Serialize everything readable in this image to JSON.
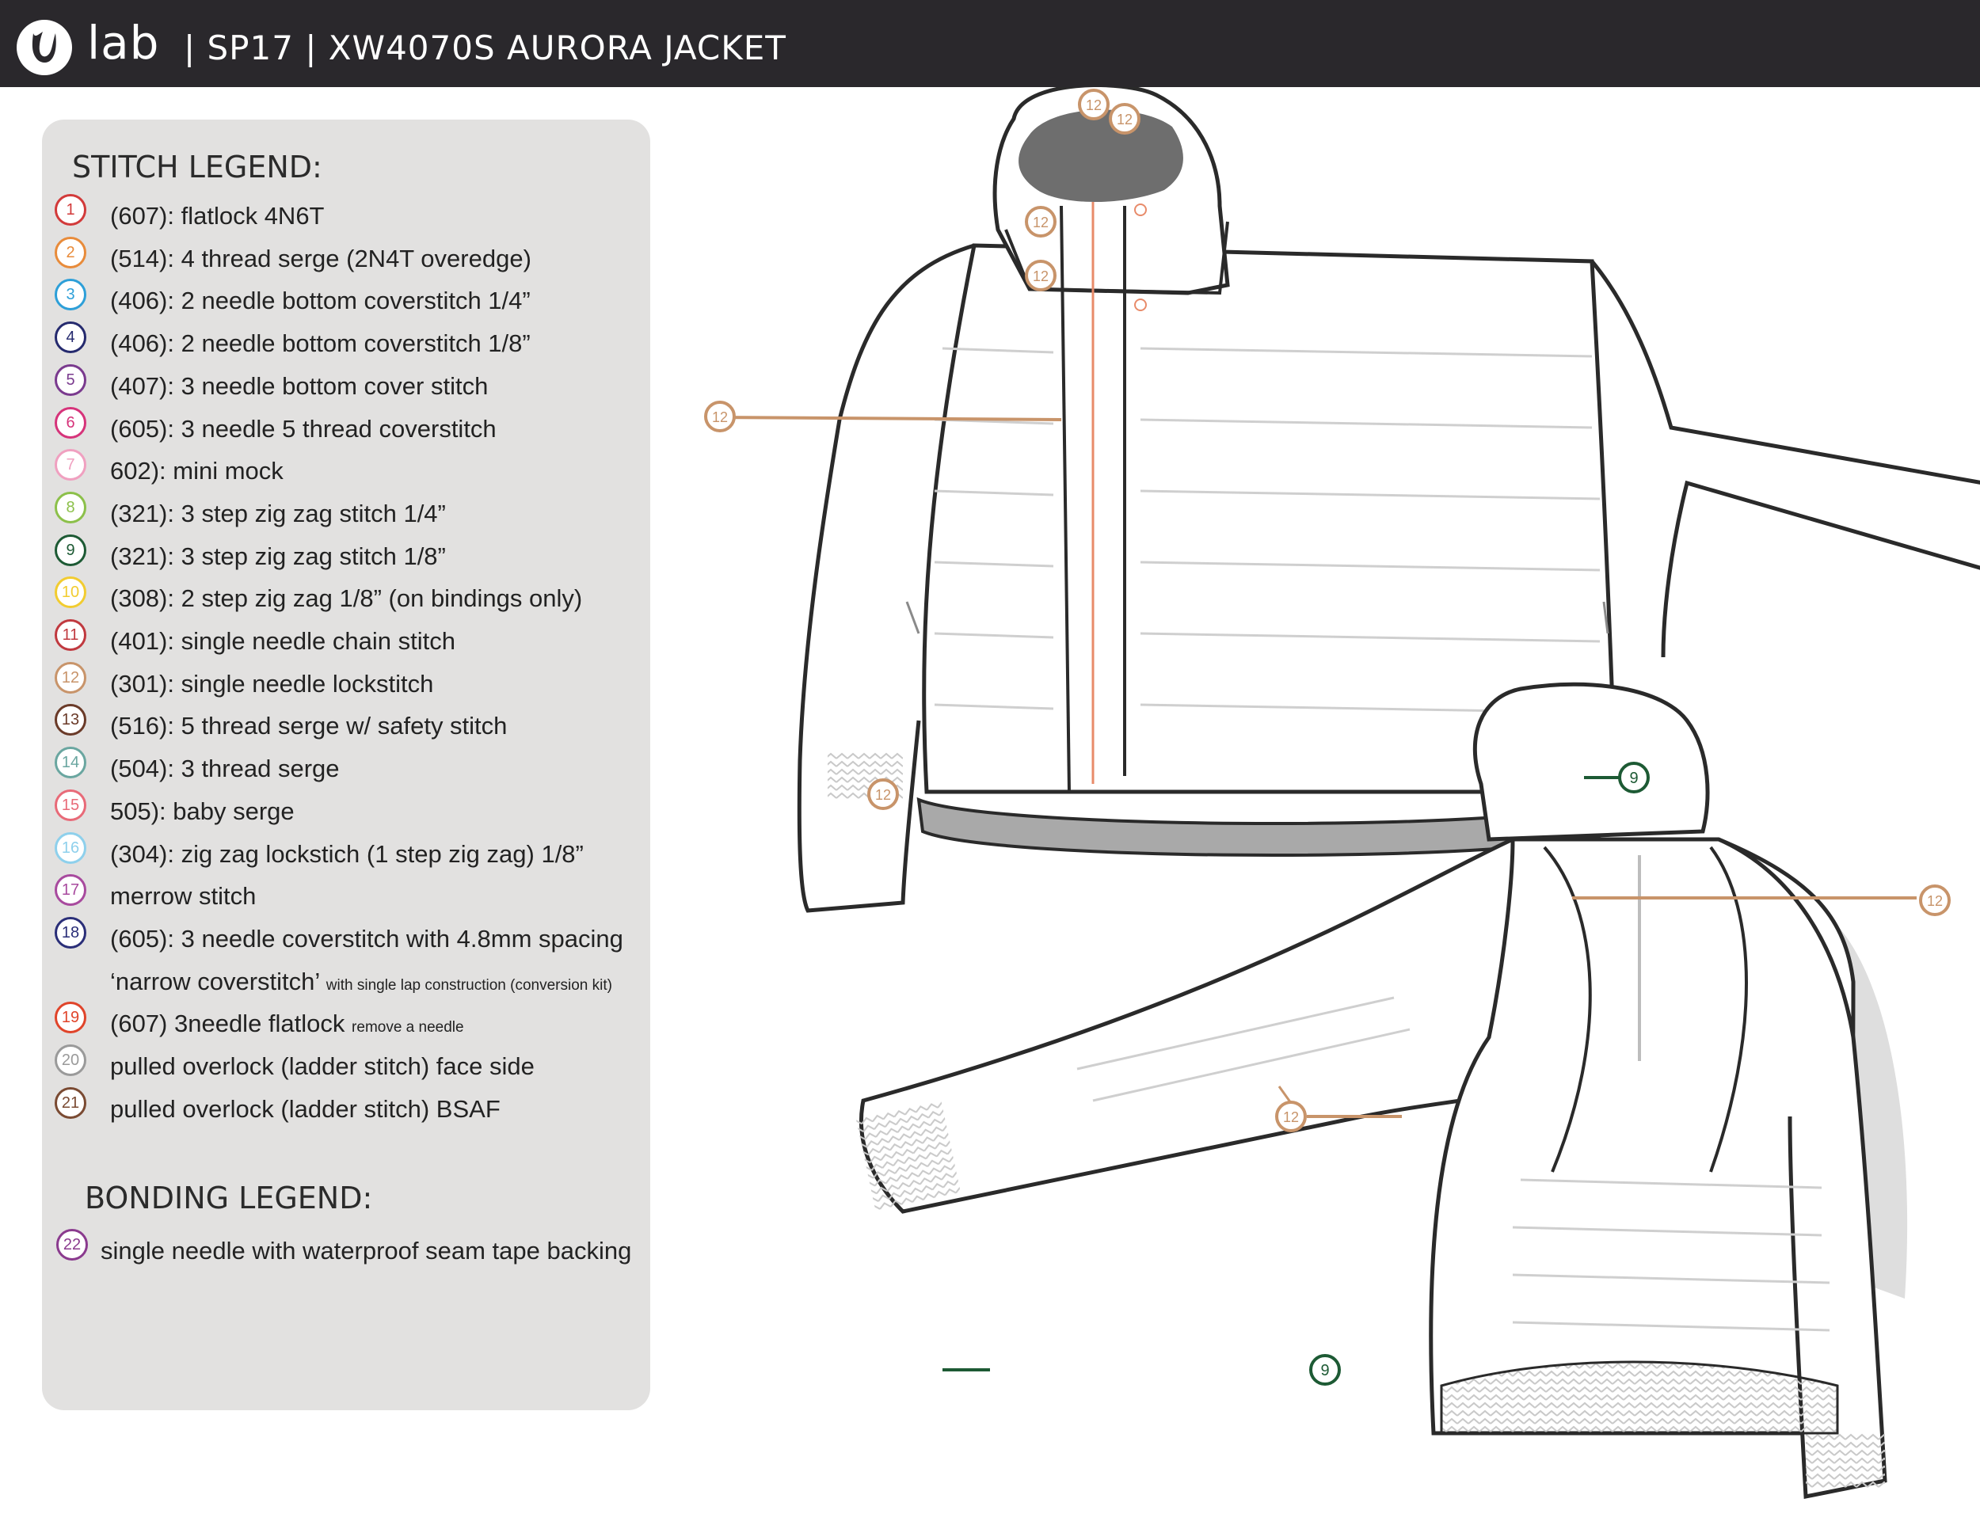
{
  "header": {
    "brand": "lab",
    "title": "| SP17 | XW4070S AURORA JACKET",
    "logo_icon": "lululemon-logo-icon",
    "background": "#2a282c"
  },
  "stitch_legend": {
    "title": "STITCH LEGEND:",
    "items": [
      {
        "num": "1",
        "text": "(607): flatlock 4N6T",
        "note": "",
        "color": "#d23a3a"
      },
      {
        "num": "2",
        "text": "(514): 4 thread serge (2N4T overedge)",
        "note": "",
        "color": "#e88b3a"
      },
      {
        "num": "3",
        "text": "(406): 2 needle bottom coverstitch 1/4”",
        "note": "",
        "color": "#2d9fd8"
      },
      {
        "num": "4",
        "text": "(406): 2 needle bottom coverstitch 1/8”",
        "note": "",
        "color": "#252a6e"
      },
      {
        "num": "5",
        "text": "(407): 3 needle bottom cover stitch",
        "note": "",
        "color": "#7a3a8e"
      },
      {
        "num": "6",
        "text": "(605): 3 needle 5 thread coverstitch",
        "note": "",
        "color": "#d6337a"
      },
      {
        "num": "7",
        "text": "602): mini mock",
        "note": "",
        "color": "#f0a0c0"
      },
      {
        "num": "8",
        "text": "(321): 3 step zig zag stitch 1/4”",
        "note": "",
        "color": "#8cc04a"
      },
      {
        "num": "9",
        "text": "(321): 3 step zig zag stitch 1/8”",
        "note": "",
        "color": "#1d5a34"
      },
      {
        "num": "10",
        "text": "(308): 2 step zig zag 1/8” (on bindings only)",
        "note": "",
        "color": "#f2cc30"
      },
      {
        "num": "11",
        "text": "(401): single needle chain stitch",
        "note": "",
        "color": "#c0393f"
      },
      {
        "num": "12",
        "text": "(301): single needle lockstitch",
        "note": "",
        "color": "#c8946a"
      },
      {
        "num": "13",
        "text": "(516): 5 thread serge w/ safety stitch",
        "note": "",
        "color": "#6a3a28"
      },
      {
        "num": "14",
        "text": "(504): 3 thread serge",
        "note": "",
        "color": "#6aa6a0"
      },
      {
        "num": "15",
        "text": "505): baby serge",
        "note": "",
        "color": "#e86a78"
      },
      {
        "num": "16",
        "text": "(304): zig zag lockstich (1 step zig zag) 1/8”",
        "note": "",
        "color": "#8ed0ec"
      },
      {
        "num": "17",
        "text": "merrow stitch",
        "note": "",
        "color": "#a84a9e"
      },
      {
        "num": "18",
        "text": "(605): 3 needle coverstitch with 4.8mm spacing",
        "note": "",
        "color": "#2a2e78"
      },
      {
        "num": "",
        "text": "‘narrow coverstitch’",
        "note": "with single lap construction (conversion kit)",
        "color": ""
      },
      {
        "num": "19",
        "text": "(607) 3needle flatlock",
        "note": "remove a needle",
        "color": "#e0442a"
      },
      {
        "num": "20",
        "text": "pulled overlock (ladder stitch) face side",
        "note": "",
        "color": "#9a9a9a"
      },
      {
        "num": "21",
        "text": "pulled overlock (ladder stitch) BSAF",
        "note": "",
        "color": "#7a4a32"
      }
    ]
  },
  "bonding_legend": {
    "title": "BONDING LEGEND:",
    "items": [
      {
        "num": "22",
        "text": "single needle with waterproof seam tape backing",
        "color": "#8a3a8e"
      }
    ]
  },
  "callouts": {
    "lockstitch": "12",
    "zigzag": "9",
    "lockstitch_color": "#c8946a",
    "zigzag_color": "#1d5a34"
  }
}
